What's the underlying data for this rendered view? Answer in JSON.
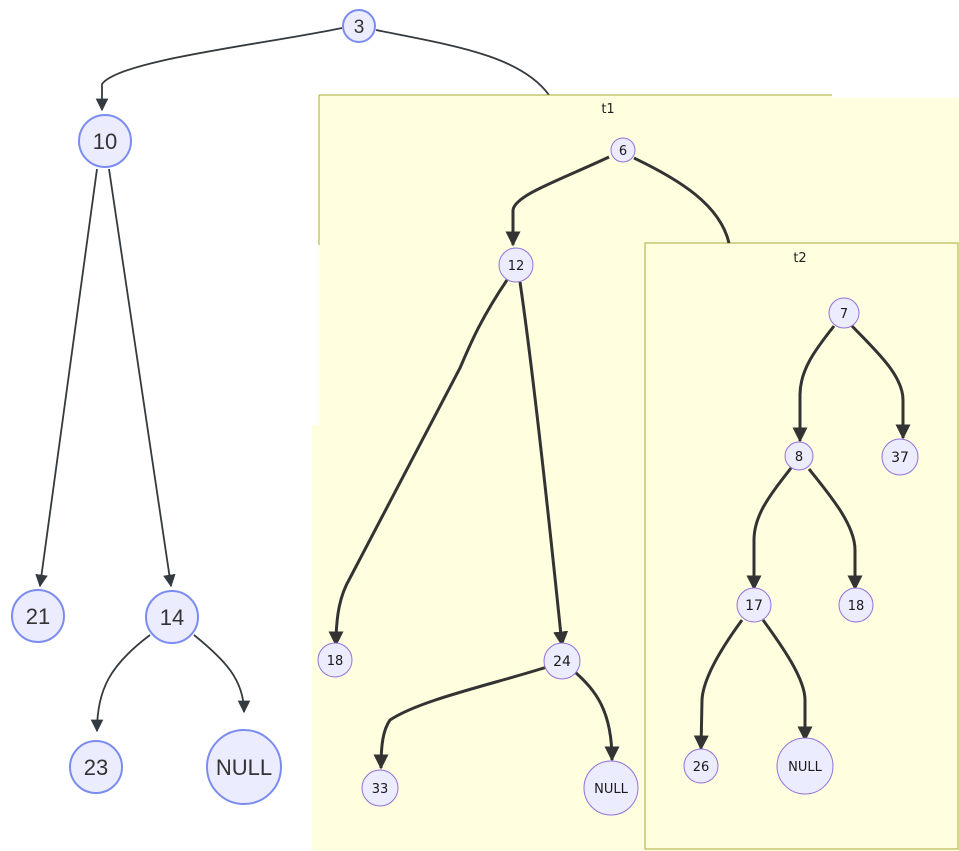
{
  "diagram": {
    "colors": {
      "background": "#ffffff",
      "cluster_fill": "#ffffe0",
      "cluster_border": "#aaaa33",
      "outer_node_fill": "#ececff",
      "outer_node_stroke": "#7b8cf0",
      "inner_node_fill": "#ececff",
      "inner_node_stroke": "#9370db",
      "outer_edge": "#333a40",
      "inner_edge": "#333333"
    },
    "outer_tree": {
      "nodes": {
        "n3": "3",
        "n10": "10",
        "n21": "21",
        "n14": "14",
        "n23": "23",
        "nnull": "NULL"
      },
      "edges": [
        {
          "from": "3",
          "to": "10"
        },
        {
          "from": "3",
          "to": "t1"
        },
        {
          "from": "10",
          "to": "21"
        },
        {
          "from": "10",
          "to": "14"
        },
        {
          "from": "14",
          "to": "23"
        },
        {
          "from": "14",
          "to": "NULL"
        }
      ]
    },
    "t1": {
      "label": "t1",
      "nodes": {
        "n6": "6",
        "n12": "12",
        "n18": "18",
        "n24": "24",
        "n33": "33",
        "nnull": "NULL"
      },
      "edges": [
        {
          "from": "6",
          "to": "12"
        },
        {
          "from": "6",
          "to": "t2"
        },
        {
          "from": "12",
          "to": "18"
        },
        {
          "from": "12",
          "to": "24"
        },
        {
          "from": "24",
          "to": "33"
        },
        {
          "from": "24",
          "to": "NULL"
        }
      ]
    },
    "t2": {
      "label": "t2",
      "nodes": {
        "n7": "7",
        "n8": "8",
        "n37": "37",
        "n17": "17",
        "n18": "18",
        "n26": "26",
        "nnull": "NULL"
      },
      "edges": [
        {
          "from": "7",
          "to": "8"
        },
        {
          "from": "7",
          "to": "37"
        },
        {
          "from": "8",
          "to": "17"
        },
        {
          "from": "8",
          "to": "18"
        },
        {
          "from": "17",
          "to": "26"
        },
        {
          "from": "17",
          "to": "NULL"
        }
      ]
    }
  }
}
